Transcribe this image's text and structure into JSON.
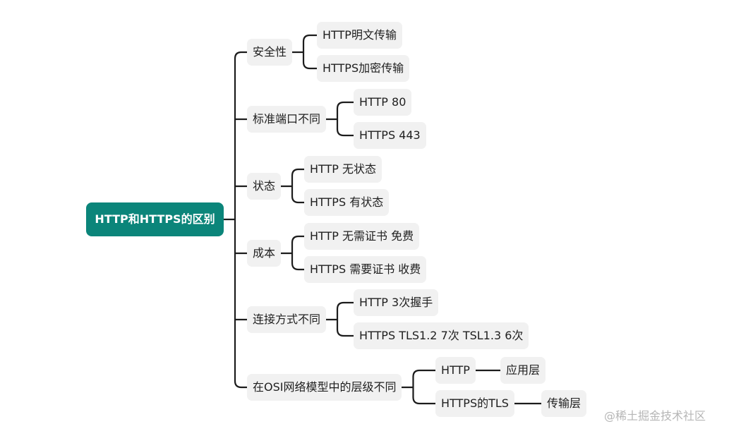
{
  "diagram": {
    "root": "HTTP和HTTPS的区别",
    "branches": [
      {
        "label": "安全性",
        "children": [
          "HTTP明文传输",
          "HTTPS加密传输"
        ]
      },
      {
        "label": "标准端口不同",
        "children": [
          "HTTP 80",
          "HTTPS 443"
        ]
      },
      {
        "label": "状态",
        "children": [
          "HTTP 无状态",
          "HTTPS 有状态"
        ]
      },
      {
        "label": "成本",
        "children": [
          "HTTP 无需证书 免费",
          "HTTPS 需要证书 收费"
        ]
      },
      {
        "label": "连接方式不同",
        "children": [
          "HTTP 3次握手",
          "HTTPS TLS1.2 7次 TSL1.3 6次"
        ]
      },
      {
        "label": "在OSI网络模型中的层级不同",
        "children": [
          {
            "label": "HTTP",
            "child": "应用层"
          },
          {
            "label": "HTTPS的TLS",
            "child": "传输层"
          }
        ]
      }
    ]
  },
  "watermark": "@稀土掘金技术社区",
  "colors": {
    "root_fill": "#0b857a",
    "root_text": "#ffffff",
    "node_fill": "#f1f1f1",
    "node_text": "#1f1f1f",
    "connector": "#1c1c1c",
    "watermark": "#b6b6b6"
  }
}
